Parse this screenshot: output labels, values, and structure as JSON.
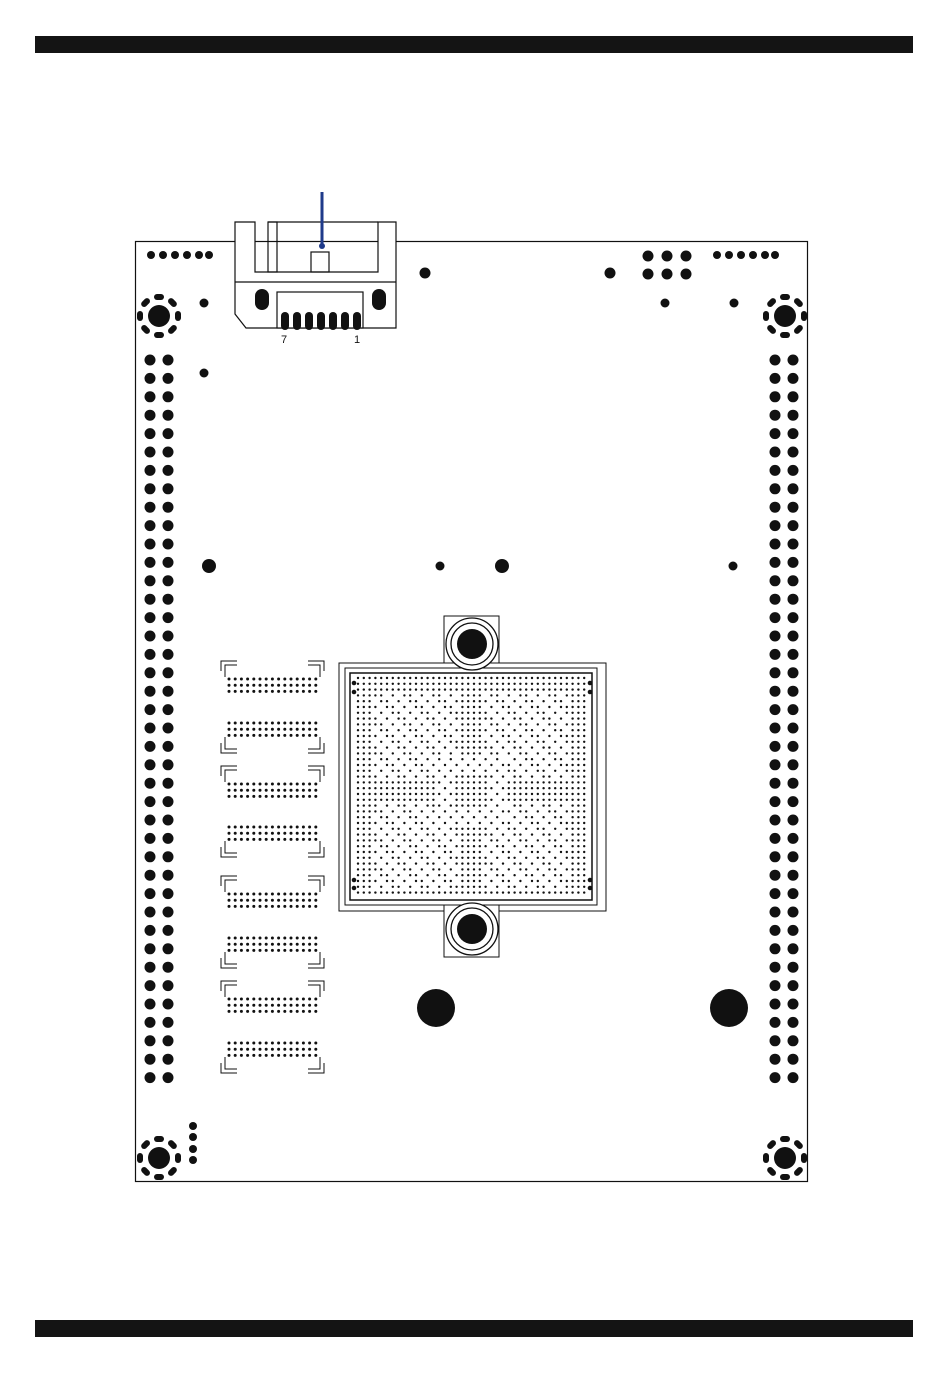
{
  "colors": {
    "ink": "#111111",
    "paper": "#ffffff",
    "header_bar": "#141414",
    "callout": "#1f3a8a"
  },
  "connector": {
    "pin_label_left": "7",
    "pin_label_right": "1",
    "pin_count": 7
  },
  "board": {
    "left_header_rows": 40,
    "right_header_rows": 40,
    "memory_chip_count": 8
  }
}
